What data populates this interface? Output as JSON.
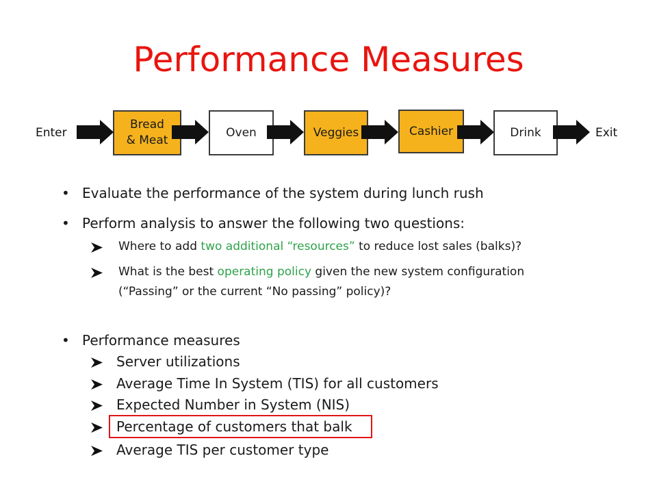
{
  "title": "Performance Measures",
  "flow": {
    "enter": "Enter",
    "exit": "Exit",
    "stations": [
      {
        "line1": "Bread",
        "line2": "& Meat"
      },
      {
        "label": "Oven"
      },
      {
        "label": "Veggies"
      },
      {
        "label": "Cashier"
      },
      {
        "label": "Drink"
      }
    ]
  },
  "bullets": [
    "Evaluate the performance of the system during lunch rush",
    "Perform analysis to answer the following two questions:"
  ],
  "questions": {
    "q1": {
      "pre": "Where to add ",
      "highlight": "two additional “resources”",
      "post": " to reduce lost sales (balks)?"
    },
    "q2": {
      "pre": "What is the best ",
      "highlight": "operating policy",
      "post": " given the new system configuration",
      "line2": "(“Passing” or the current “No passing” policy)?"
    }
  },
  "measures_title": "Performance measures",
  "measures": [
    "Server utilizations",
    "Average Time In System (TIS) for all customers",
    "Expected Number in System (NIS)",
    "Percentage of customers that balk",
    "Average TIS per customer type"
  ],
  "colors": {
    "title": "#e8150f",
    "gold": "#f5b21d",
    "green": "#2ea24a",
    "highlight_box": "#e01515"
  }
}
